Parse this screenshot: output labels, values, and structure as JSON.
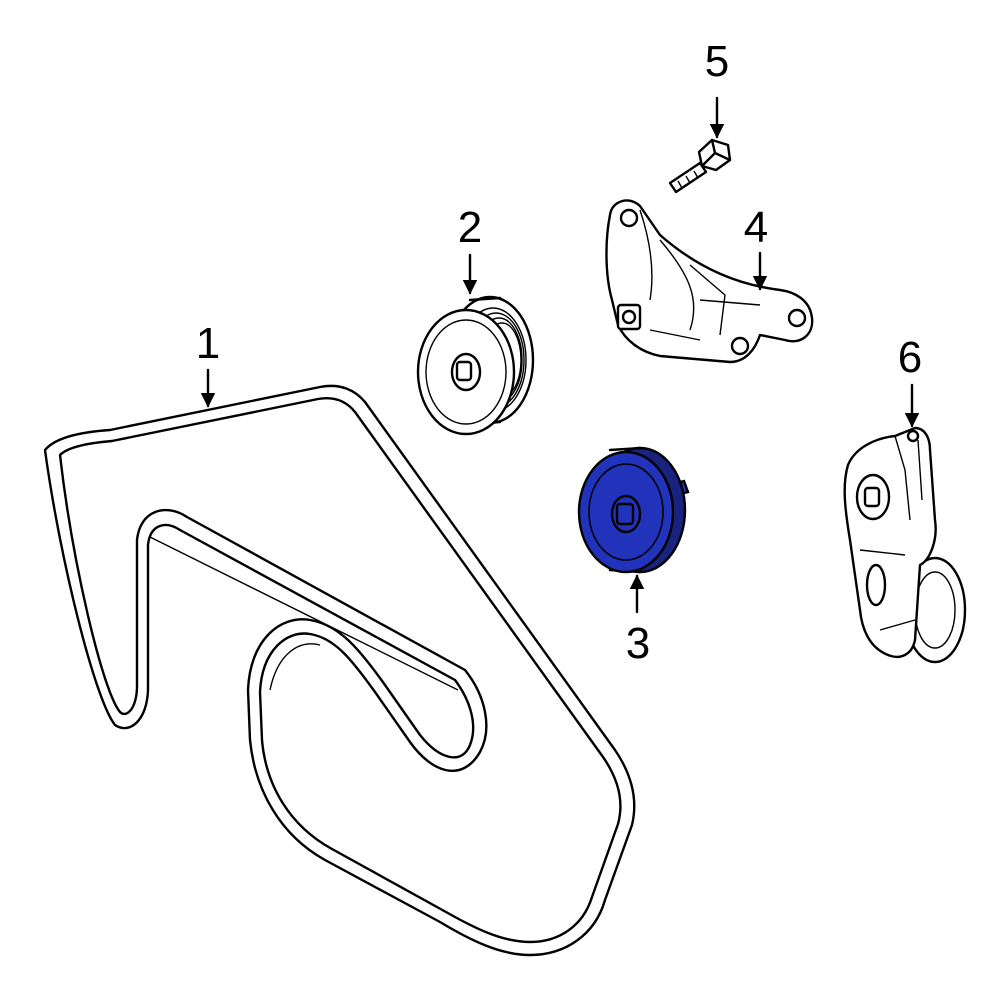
{
  "parts": [
    {
      "number": "1",
      "part": "drive-belt"
    },
    {
      "number": "2",
      "part": "idler-pulley"
    },
    {
      "number": "3",
      "part": "idler-pulley",
      "highlighted": true
    },
    {
      "number": "4",
      "part": "mounting-bracket"
    },
    {
      "number": "5",
      "part": "bolt"
    },
    {
      "number": "6",
      "part": "belt-tensioner"
    }
  ],
  "colors": {
    "highlight": "#2233bb",
    "highlight_dark": "#18227f",
    "line": "#000000",
    "background": "#ffffff"
  }
}
